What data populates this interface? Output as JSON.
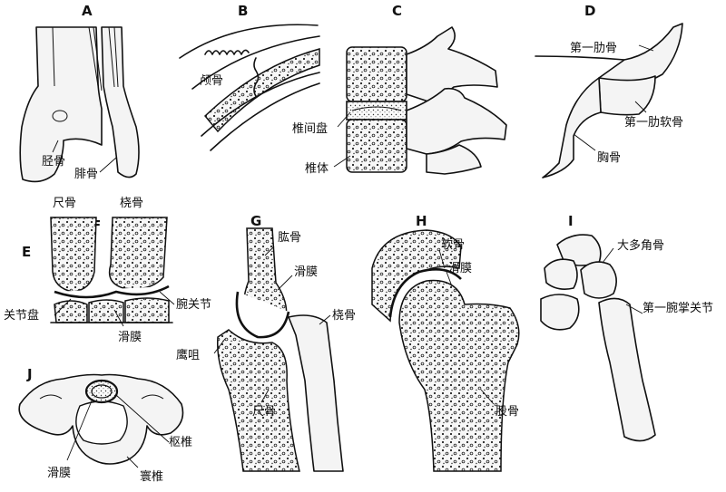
{
  "panels": {
    "A": {
      "letter": "A",
      "labels": {
        "tibia": "胫骨",
        "fibula": "腓骨"
      }
    },
    "B": {
      "letter": "B",
      "labels": {
        "skull": "颅骨"
      }
    },
    "C": {
      "letter": "C",
      "labels": {
        "disc": "椎间盘",
        "vertebral_body": "椎体"
      }
    },
    "D": {
      "letter": "D",
      "labels": {
        "first_rib": "第一肋骨",
        "first_rib_cartilage": "第一肋软骨",
        "sternum": "胸骨"
      }
    },
    "E": {
      "letter": "E",
      "labels": {
        "ulna": "尺骨",
        "radius": "桡骨",
        "articular_disc": "关节盘",
        "wrist_joint": "腕关节",
        "synovium": "滑膜"
      }
    },
    "F": {
      "letter": "F"
    },
    "G": {
      "letter": "G",
      "labels": {
        "humerus": "肱骨",
        "synovium": "滑膜",
        "radius": "桡骨",
        "olecranon": "鹰咀",
        "ulna": "尺骨"
      }
    },
    "H": {
      "letter": "H",
      "labels": {
        "cartilage": "软骨",
        "synovium": "滑膜",
        "femur": "股骨"
      }
    },
    "I": {
      "letter": "I",
      "labels": {
        "trapezium": "大多角骨",
        "first_cmc_joint": "第一腕掌关节"
      }
    },
    "J": {
      "letter": "J",
      "labels": {
        "synovium": "滑膜",
        "axis": "枢椎",
        "atlas": "寰椎"
      }
    }
  }
}
